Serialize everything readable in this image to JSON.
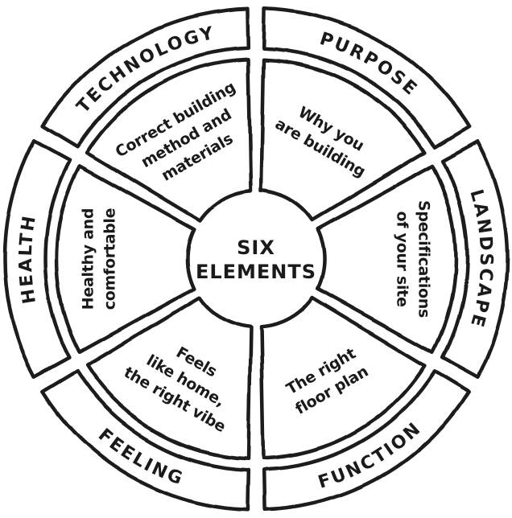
{
  "diagram": {
    "center": {
      "lines": [
        "SIX",
        "ELEMENTS"
      ]
    },
    "segments": [
      {
        "id": "purpose",
        "label": "PURPOSE",
        "desc_lines": [
          "Why you",
          "are building"
        ]
      },
      {
        "id": "landscape",
        "label": "LANDSCAPE",
        "desc_lines": [
          "Specifications",
          "of your site"
        ]
      },
      {
        "id": "function",
        "label": "FUNCTION",
        "desc_lines": [
          "The right",
          "floor plan"
        ]
      },
      {
        "id": "feeling",
        "label": "FEELING",
        "desc_lines": [
          "Feels",
          "like home,",
          "the right vibe"
        ]
      },
      {
        "id": "health",
        "label": "HEALTH",
        "desc_lines": [
          "Healthy and",
          "comfortable"
        ]
      },
      {
        "id": "technology",
        "label": "TECHNOLOGY",
        "desc_lines": [
          "Correct building",
          "method and",
          "materials"
        ]
      }
    ],
    "colors": {
      "stroke": "#1a1a1a",
      "text": "#1a1a1a",
      "background": "#ffffff"
    }
  }
}
